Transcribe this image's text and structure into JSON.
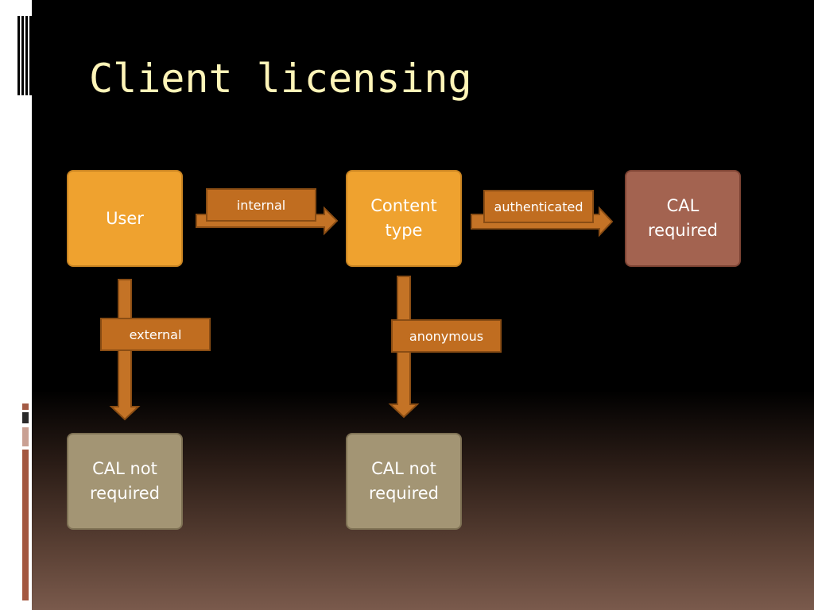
{
  "slide": {
    "title": "Client licensing"
  },
  "nodes": {
    "user": "User",
    "content_type": [
      "Content",
      "type"
    ],
    "cal_required": [
      "CAL",
      "required"
    ],
    "cal_not_required_left": [
      "CAL not",
      "required"
    ],
    "cal_not_required_right": [
      "CAL not",
      "required"
    ]
  },
  "edges": {
    "internal": "internal",
    "authenticated": "authenticated",
    "external": "external",
    "anonymous": "anonymous"
  },
  "colors": {
    "title": "#fff5b8",
    "node_amber": "#efa22f",
    "node_rust": "#a36350",
    "node_khaki": "#a39574",
    "arrow": "#c47326",
    "arrow_outline": "#8a4d14",
    "label_fill": "#c06d20"
  }
}
